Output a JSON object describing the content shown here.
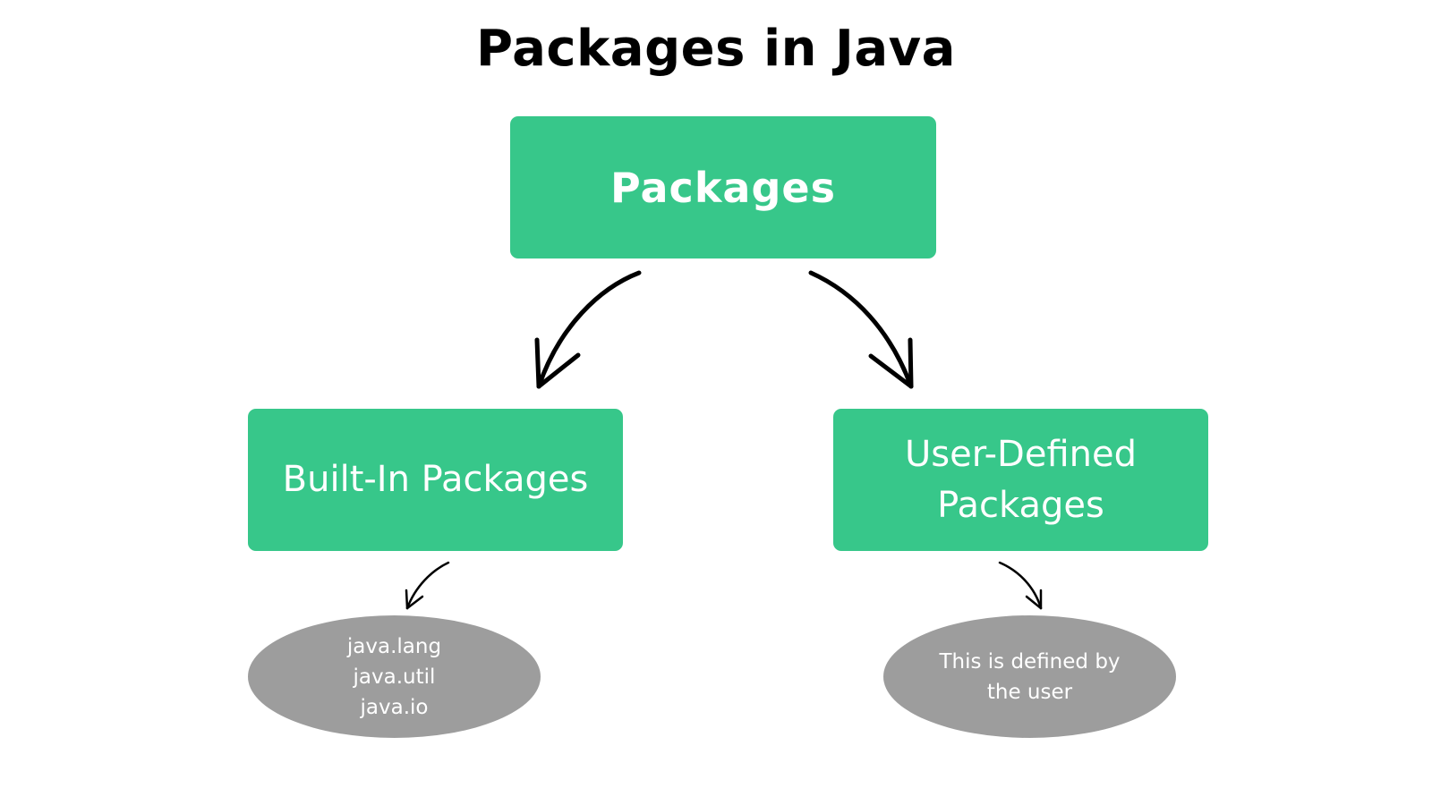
{
  "title": "Packages in Java",
  "nodes": {
    "root": {
      "label": "Packages"
    },
    "builtin": {
      "label": "Built-In Packages"
    },
    "user": {
      "line1": "User-Defined",
      "line2": "Packages"
    }
  },
  "leaves": {
    "builtin": {
      "items": [
        "java.lang",
        "java.util",
        "java.io"
      ]
    },
    "user": {
      "line1": "This is defined by",
      "line2": "the user"
    }
  },
  "colors": {
    "box": "#37c78a",
    "ellipse": "#9d9d9d",
    "arrow": "#000000",
    "text": "#ffffff"
  }
}
